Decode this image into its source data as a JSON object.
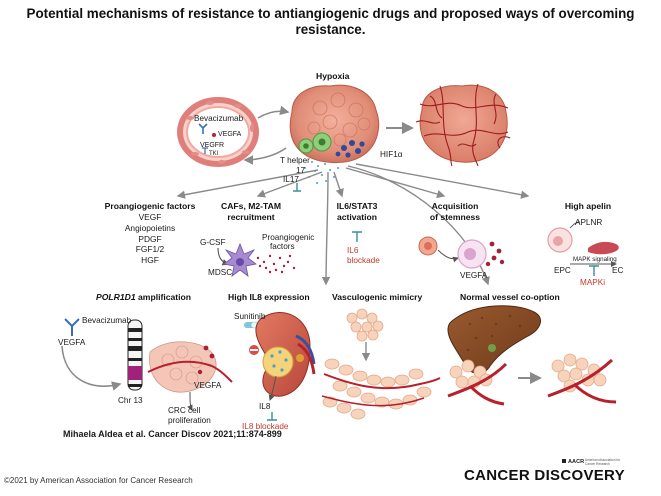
{
  "title": "Potential mechanisms of resistance to antiangiogenic drugs and proposed ways of overcoming resistance.",
  "top": {
    "hypoxia": "Hypoxia",
    "bevacizumab": "Bevacizumab",
    "vegfa": "VEGFA",
    "vegfr": "VEGFR",
    "tki": "TKI",
    "t_helper": "T helper",
    "seventeen": "17",
    "hif": "HIF1α",
    "il17": "IL17"
  },
  "row1": {
    "proangio_header": "Proangiogenic factors",
    "proangio_items": [
      "VEGF",
      "Angiopoietins",
      "PDGF",
      "FGF1/2",
      "HGF"
    ],
    "cafs_header_1": "CAFs, M2-TAM",
    "cafs_header_2": "recruitment",
    "gcsf": "G-CSF",
    "mdsc": "MDSC",
    "proangio_factors_1": "Proangiogenic",
    "proangio_factors_2": "factors",
    "il6_header_1": "IL6/STAT3",
    "il6_header_2": "activation",
    "il6_blockade_1": "IL6",
    "il6_blockade_2": "blockade",
    "stem_header_1": "Acquisition",
    "stem_header_2": "of stemness",
    "stem_vegfa": "VEGFA",
    "apelin_header": "High apelin",
    "aplnr": "APLNR",
    "mapk_signaling": "MAPK signaling",
    "epc": "EPC",
    "ec": "EC",
    "mapki": "MAPKi"
  },
  "row2": {
    "polr_gene": "POLR1D1",
    "polr_rest": " amplification",
    "il8_header": "High IL8 expression",
    "vasculo_header": "Vasculogenic mimicry",
    "coopt_header": "Normal vessel co-option",
    "bevacizumab": "Bevacizumab",
    "vegfa_left": "VEGFA",
    "vegfa_right": "VEGFA",
    "chr13": "Chr 13",
    "crc_1": "CRC cell",
    "crc_2": "proliferation",
    "sunitinib": "Sunitinib",
    "il8": "IL8",
    "il8_blockade": "IL8 blockade"
  },
  "citation": "Mihaela Aldea et al. Cancer Discov 2021;11:874-899",
  "copyright": "©2021 by American Association for Cancer Research",
  "brand": "CANCER DISCOVERY",
  "aacr": "AACR",
  "aacr_full": "American Association for Cancer Research",
  "colors": {
    "tumor": "#e9957f",
    "tumor_dark": "#c9644f",
    "vessel": "#b8202a",
    "inhibitor": "#3a8f9a",
    "red_text": "#c0392b",
    "arrow": "#8a8a8a"
  }
}
